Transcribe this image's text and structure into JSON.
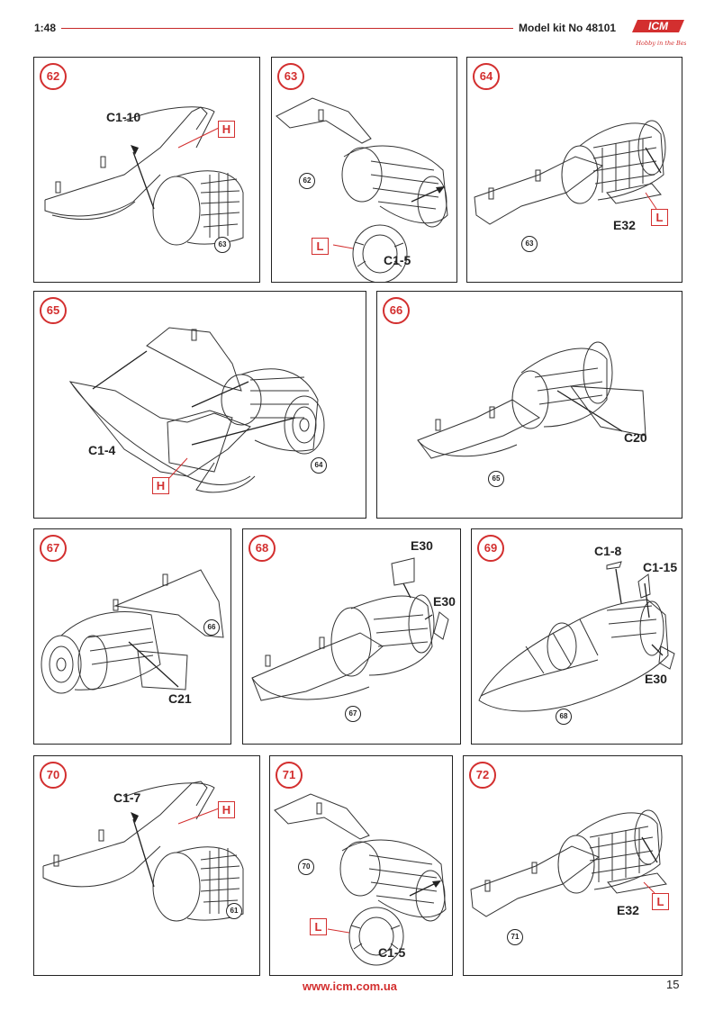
{
  "header": {
    "scale": "1:48",
    "kit": "Model kit No 48101"
  },
  "logo": {
    "brand": "ICM",
    "tagline": "Hobby in the Best"
  },
  "colors": {
    "accent": "#d32f2f",
    "line": "#222222"
  },
  "panels": [
    {
      "step": "62",
      "labels": [
        "C1-10"
      ],
      "code": "H",
      "ref": "63"
    },
    {
      "step": "63",
      "labels": [
        "C1-5"
      ],
      "code": "L",
      "ref": "62"
    },
    {
      "step": "64",
      "labels": [
        "E32"
      ],
      "code": "L",
      "ref": "63"
    },
    {
      "step": "65",
      "labels": [
        "C1-4"
      ],
      "code": "H",
      "ref": "64"
    },
    {
      "step": "66",
      "labels": [
        "C20"
      ],
      "code": "",
      "ref": "65"
    },
    {
      "step": "67",
      "labels": [
        "C21"
      ],
      "code": "",
      "ref": "66"
    },
    {
      "step": "68",
      "labels": [
        "E30",
        "E30"
      ],
      "code": "",
      "ref": "67"
    },
    {
      "step": "69",
      "labels": [
        "C1-8",
        "C1-15",
        "E30"
      ],
      "code": "",
      "ref": "68"
    },
    {
      "step": "70",
      "labels": [
        "C1-7"
      ],
      "code": "H",
      "ref": "61"
    },
    {
      "step": "71",
      "labels": [
        "C1-5"
      ],
      "code": "L",
      "ref": "70"
    },
    {
      "step": "72",
      "labels": [
        "E32"
      ],
      "code": "L",
      "ref": "71"
    }
  ],
  "footer": {
    "url": "www.icm.com.ua",
    "page": "15"
  }
}
